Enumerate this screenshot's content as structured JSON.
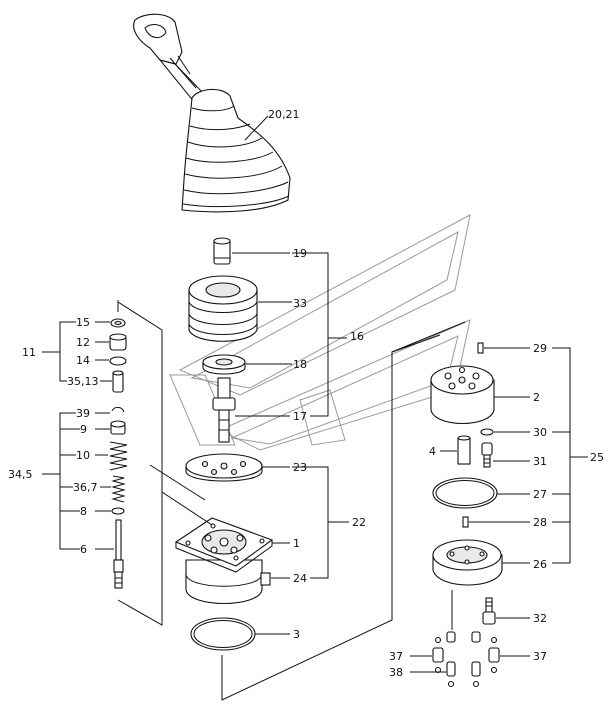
{
  "labels": {
    "l20_21": "20,21",
    "l19": "19",
    "l33": "33",
    "l16": "16",
    "l18": "18",
    "l17": "17",
    "l23": "23",
    "l22": "22",
    "l1": "1",
    "l24": "24",
    "l3": "3",
    "l15": "15",
    "l12": "12",
    "l11": "11",
    "l14": "14",
    "l35_13": "35,13",
    "l39": "39",
    "l9": "9",
    "l10": "10",
    "l34_5": "34,5",
    "l36_7": "36,7",
    "l8": "8",
    "l6": "6",
    "l29": "29",
    "l2": "2",
    "l30": "30",
    "l4": "4",
    "l31": "31",
    "l25": "25",
    "l27": "27",
    "l28": "28",
    "l26": "26",
    "l32": "32",
    "l37a": "37",
    "l37b": "37",
    "l38": "38"
  }
}
